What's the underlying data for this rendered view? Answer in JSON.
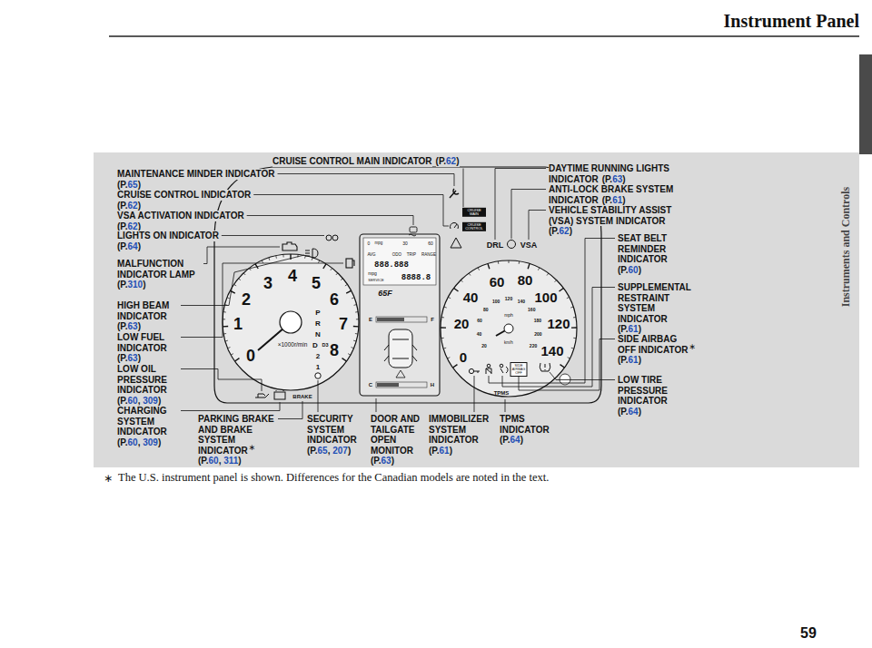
{
  "diagram": {
    "title": "Instrument Panel",
    "caption": "The U.S. instrument panel is shown. Differences for the Canadian models are noted in the text.",
    "labels": [
      "CRUISE CONTROL MAIN INDICATOR",
      "(P.62)",
      "MAINTENANCE MINDER INDICATOR",
      "(P.65)",
      "CRUISE CONTROL INDICATOR",
      "(P.62)",
      "VSA ACTIVATION INDICATOR",
      "(P.62)",
      "LIGHTS ON INDICATOR",
      "(P.64)",
      "MALFUNCTION INDICATOR LAMP",
      "(P.310)",
      "HIGH BEAM INDICATOR",
      "(P.63)",
      "LOW FUEL INDICATOR",
      "(P.63)",
      "LOW OIL PRESSURE INDICATOR",
      "(P.60, 309)",
      "CHARGING SYSTEM INDICATOR",
      "(P.60, 309)",
      "PARKING BRAKE AND BRAKE SYSTEM INDICATOR",
      "∗",
      "(P.60, 311)",
      "SECURITY SYSTEM INDICATOR",
      "(P.65, 207)",
      "DOOR AND TAILGATE OPEN MONITOR",
      "(P.63)",
      "IMMOBILIZER SYSTEM INDICATOR",
      "(P.61)",
      "TPMS INDICATOR",
      "(P.64)",
      "DAYTIME RUNNING LIGHTS INDICATOR",
      "(P.63)",
      "ANTI-LOCK BRAKE SYSTEM INDICATOR",
      "(P.61)",
      "VEHICLE STABILITY ASSIST (VSA) SYSTEM INDICATOR",
      "(P.62)",
      "SEAT BELT REMINDER INDICATOR",
      "(P.60)",
      "SUPPLEMENTAL RESTRAINT SYSTEM INDICATOR",
      "(P.61)",
      "SIDE AIRBAG OFF INDICATOR",
      "∗",
      "(P.61)",
      "LOW TIRE PRESSURE INDICATOR",
      "(P.64)",
      "Instruments and Controls",
      "59",
      "∗",
      "0",
      "1",
      "2",
      "3",
      "4",
      "5",
      "6",
      "7",
      "8",
      "×1000r/min",
      "P",
      "R",
      "N",
      "D",
      "D3",
      "2",
      "1",
      "BRAKE",
      "0",
      "20",
      "40",
      "60",
      "80",
      "100",
      "120",
      "140",
      "mph",
      "20",
      "40",
      "60",
      "80",
      "100",
      "120",
      "140",
      "160",
      "180",
      "200",
      "220",
      "km/h",
      "CRUISE MAIN",
      "CRUISE CONTROL",
      "DRL",
      "VSA",
      "TPMS",
      "SIDE AIRBAG OFF",
      "0",
      "mpg",
      "30",
      "60",
      "AVG",
      "ODO",
      "TRIP",
      "RANGE",
      "888.888",
      "mpg",
      "SERVICE",
      "8888.8",
      "65F",
      "E",
      "F",
      "C",
      "H"
    ]
  }
}
